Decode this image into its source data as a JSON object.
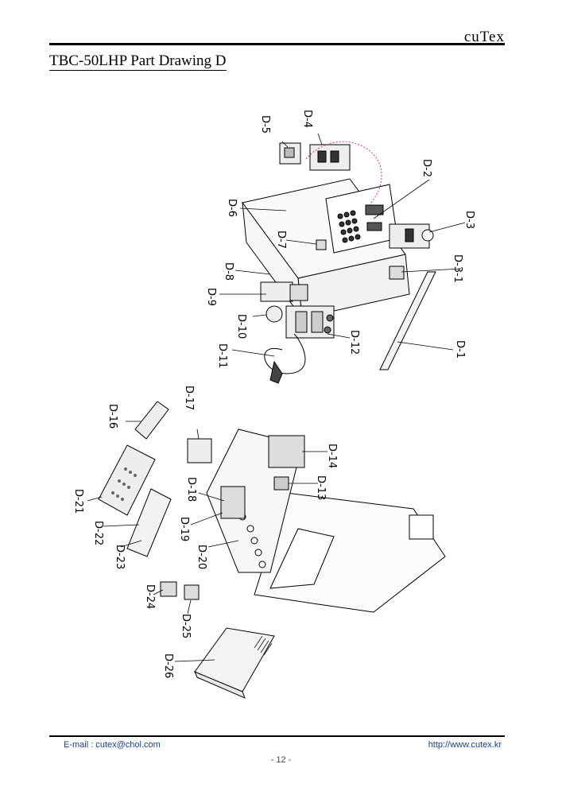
{
  "header": {
    "brand": "cuTex",
    "title": "TBC-50LHP  Part  Drawing  D"
  },
  "labels": {
    "d1": "D-1",
    "d2": "D-2",
    "d3": "D-3",
    "d3_1": "D-3-1",
    "d4": "D-4",
    "d5": "D-5",
    "d6": "D-6",
    "d7": "D-7",
    "d8": "D-8",
    "d9": "D-9",
    "d10": "D-10",
    "d11": "D-11",
    "d12": "D-12",
    "d13": "D-13",
    "d14": "D-14",
    "d16": "D-16",
    "d17": "D-17",
    "d18": "D-18",
    "d19": "D-19",
    "d20": "D-20",
    "d21": "D-21",
    "d22": "D-22",
    "d23": "D-23",
    "d24": "D-24",
    "d25": "D-25",
    "d26": "D-26"
  },
  "footer": {
    "email": "E-mail : cutex@chol.com",
    "url": "http://www.cutex.kr",
    "page": "- 12 -"
  }
}
